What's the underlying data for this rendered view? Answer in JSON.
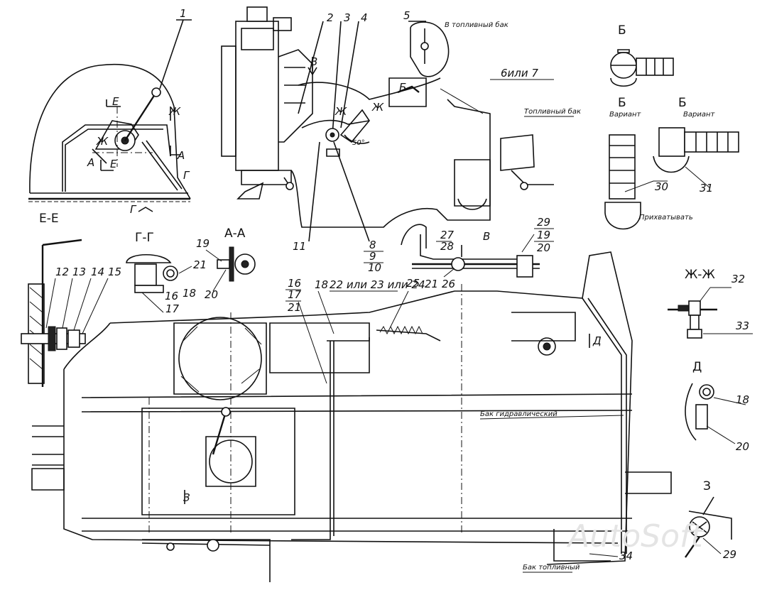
{
  "sections": {
    "e_e": "Е-Е",
    "g_g": "Г-Г",
    "a_a": "А-А",
    "zh_zh": "Ж-Ж",
    "b": "Б",
    "b_variant_1": "Б",
    "b_variant_2": "Б",
    "variant_1": "Вариант",
    "variant_2": "Вариант",
    "v": "В",
    "v2": "В",
    "d": "Д",
    "z": "З",
    "z_arrow": "З",
    "e_mark_1": "Е",
    "e_mark_2": "Е",
    "zh_mark_1": "Ж",
    "zh_mark_2": "Ж",
    "zh_mark_3": "Ж",
    "zh_mark_4": "Ж",
    "a_mark_1": "А",
    "a_mark_2": "А",
    "g_mark_1": "Г",
    "g_mark_2": "Г",
    "b_mark": "Б",
    "d_mark": "Д"
  },
  "labels": {
    "to_fuel_tank": "В топливный бак",
    "fuel_tank": "Топливный бак",
    "hydraulic_tank": "Бак гидравлический",
    "fuel_tank_bottom": "Бак топливный",
    "six_or_seven": "6или 7",
    "angle": "50°",
    "tightness": "Прихватывать"
  },
  "callouts": {
    "n1": "1",
    "n2": "2",
    "n3": "3",
    "n4": "4",
    "n5": "5",
    "n8": "8",
    "n9": "9",
    "n10": "10",
    "n11": "11",
    "n12": "12",
    "n13": "13",
    "n14": "14",
    "n15": "15",
    "n16a": "16",
    "n17a": "17",
    "n18a": "18",
    "n19": "19",
    "n20": "20",
    "n21": "21",
    "n16b": "16",
    "n17b": "17",
    "n21b": "21",
    "n18b": "18",
    "n22": "22 или 23 или 24",
    "n25": "25",
    "n21c": "21",
    "n26": "26",
    "n27": "27",
    "n28": "28",
    "n29": "29",
    "n19b": "19",
    "n20b": "20",
    "n30": "30",
    "n31": "31",
    "n32": "32",
    "n33": "33",
    "n18c": "18",
    "n20c": "20",
    "n29b": "29",
    "n34": "34"
  },
  "watermark": "AutoSoft"
}
